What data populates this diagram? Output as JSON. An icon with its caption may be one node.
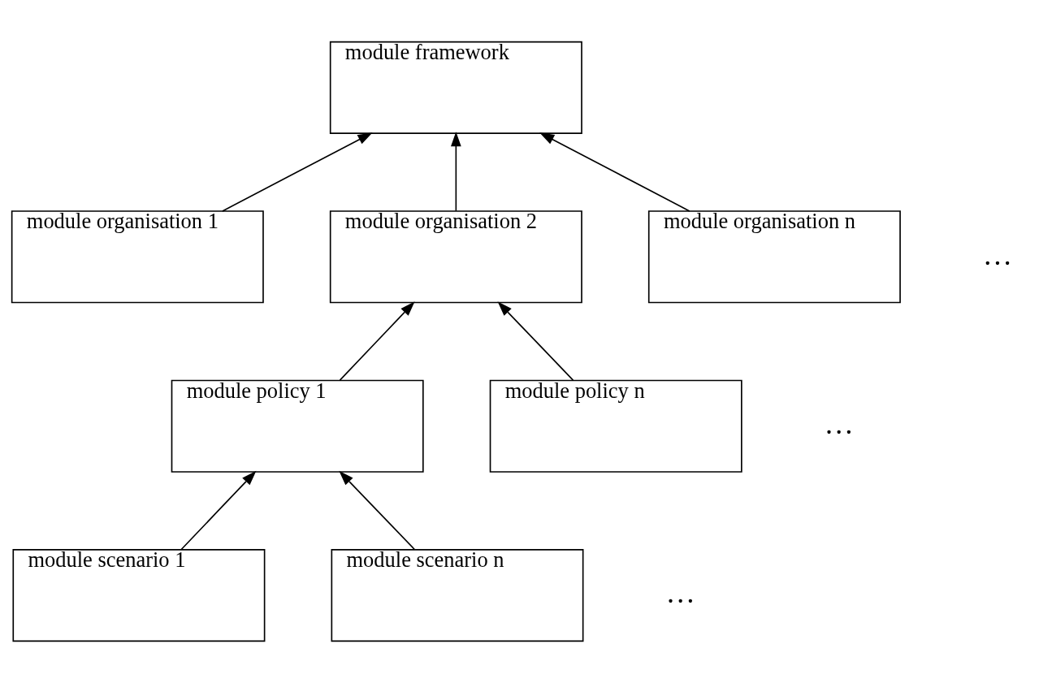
{
  "diagram": {
    "nodes": [
      {
        "text": [
          "module framework"
        ]
      },
      {
        "text": [
          "module organisation 1"
        ]
      },
      {
        "text": [
          "module organisation 2"
        ]
      },
      {
        "text": [
          "module organisation n"
        ]
      },
      {
        "text": [
          "module policy 1"
        ]
      },
      {
        "text": [
          "module policy n"
        ]
      },
      {
        "text": [
          "module scenario 1"
        ]
      },
      {
        "text": [
          "module scenario n"
        ]
      }
    ],
    "edges": [
      {
        "from": 1,
        "to": 0,
        "arrow": "to"
      },
      {
        "from": 2,
        "to": 0,
        "arrow": "to"
      },
      {
        "from": 3,
        "to": 0,
        "arrow": "to"
      },
      {
        "from": 4,
        "to": 2,
        "arrow": "to"
      },
      {
        "from": 5,
        "to": 2,
        "arrow": "to"
      },
      {
        "from": 6,
        "to": 4,
        "arrow": "to"
      },
      {
        "from": 7,
        "to": 4,
        "arrow": "to"
      }
    ],
    "labels": [
      "…",
      "…",
      "…"
    ]
  }
}
